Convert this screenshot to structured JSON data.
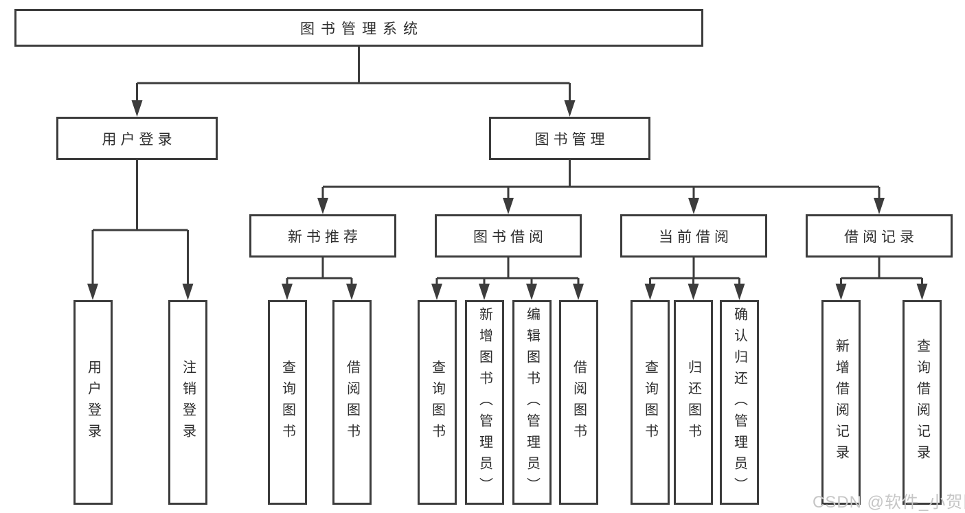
{
  "diagram": {
    "root": {
      "label": "图书管理系统"
    },
    "level2": [
      {
        "label": "用户登录"
      },
      {
        "label": "图书管理"
      }
    ],
    "level3": [
      {
        "label": "新书推荐"
      },
      {
        "label": "图书借阅"
      },
      {
        "label": "当前借阅"
      },
      {
        "label": "借阅记录"
      }
    ],
    "leaves": {
      "user_login": [
        "用户登录",
        "注销登录"
      ],
      "new_book": [
        "查询图书",
        "借阅图书"
      ],
      "book_borrow": [
        "查询图书",
        "新增图书（管理员）",
        "编辑图书（管理员）",
        "借阅图书"
      ],
      "current_borrow": [
        "查询图书",
        "归还图书",
        "确认归还（管理员）"
      ],
      "borrow_records": [
        "新增借阅记录",
        "查询借阅记录"
      ]
    }
  },
  "watermark": {
    "text": "CSDN @软件_小贺同学"
  },
  "colors": {
    "line": "#3c3c3c",
    "box_border": "#3c3c3c",
    "text": "#2e2e2e",
    "watermark": "#c6c6c6",
    "background": "#ffffff"
  }
}
